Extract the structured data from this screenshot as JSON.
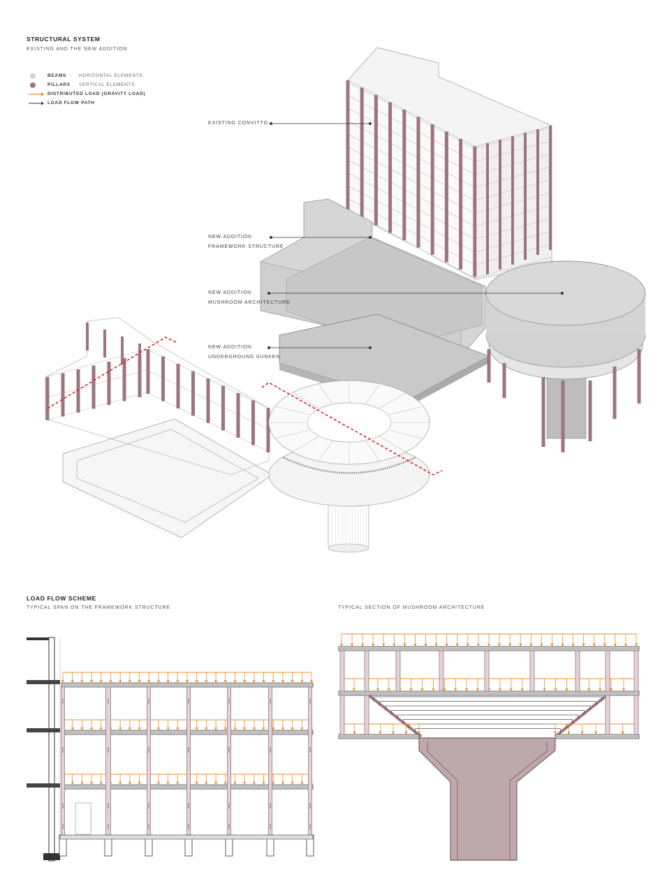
{
  "structural": {
    "title": "STRUCTURAL SYSTEM",
    "subtitle": "EXISTING AND THE NEW ADDITION"
  },
  "legend": [
    {
      "label": "BEAMS",
      "desc": "HORIZONTAL ELEMENTS",
      "color": "#d3d3d3",
      "icon": "circle-icon"
    },
    {
      "label": "PILLARS",
      "desc": "VERTICAL ELEMENTS",
      "color": "#9c7580",
      "icon": "circle-icon"
    },
    {
      "label": "DISTRIBUTED LOAD  (GRAVITY LOAD)",
      "desc": "",
      "color": "#f08a24",
      "icon": "arrow-icon"
    },
    {
      "label": "LOAD FLOW PATH",
      "desc": "",
      "color": "#333333",
      "icon": "dashed-arrow-icon"
    }
  ],
  "annotations": {
    "existing": "EXISTING CONVITTO",
    "framework_1": "NEW ADDITION:",
    "framework_2": "FRAMEWORK STRUCTURE",
    "mushroom_1": "NEW ADDITION:",
    "mushroom_2": "MUSHROOM ARCHITECTURE",
    "sunken_1": "NEW ADDITION:",
    "sunken_2": "UNDERGROUND SUNKEN"
  },
  "loadflow": {
    "title": "LOAD FLOW SCHEME",
    "subtitle_left": "TYPICAL SPAN ON THE FRAMEWORK STRUCTURE",
    "subtitle_right": "TYPICAL SECTION OF MUSHROOM ARCHITECTURE"
  },
  "colors": {
    "pillar": "#9c7580",
    "pillar_light": "#e3d3d6",
    "beam": "#d3d3d3",
    "load": "#f08a24",
    "cut": "#e02020",
    "slab": "#cfcfcf",
    "column_fill": "#bda8ab"
  }
}
